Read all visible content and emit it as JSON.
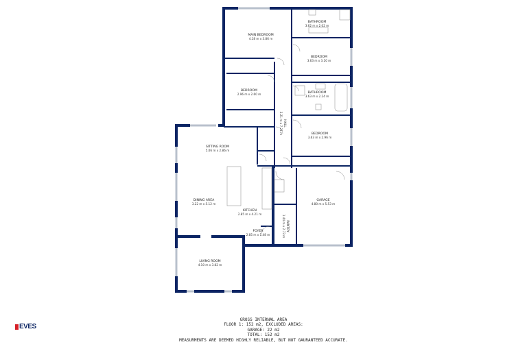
{
  "colors": {
    "wall": "#0b2463",
    "logo_accent": "#d62027",
    "window": "#b8c0cc"
  },
  "rooms": [
    {
      "id": "main-bedroom",
      "name": "MAIN BEDROOM",
      "dims": "4.18 m x 3.86 m"
    },
    {
      "id": "bathroom-1",
      "name": "BATHROOM",
      "dims": "3.62 m x 2.02 m"
    },
    {
      "id": "bedroom-2",
      "name": "BEDROOM",
      "dims": "3.63 m x 3.10 m"
    },
    {
      "id": "bedroom-3",
      "name": "BEDROOM",
      "dims": "2.96 m x 2.60 m"
    },
    {
      "id": "bathroom-2",
      "name": "BATHROOM",
      "dims": "3.63 m x 2.24 m"
    },
    {
      "id": "bedroom-4",
      "name": "BEDROOM",
      "dims": "3.63 m x 2.96 m"
    },
    {
      "id": "hall",
      "name": "HALL",
      "dims": "2.21 m x 7.21 m"
    },
    {
      "id": "sitting-room",
      "name": "SITTING ROOM",
      "dims": "5.06 m x 2.86 m"
    },
    {
      "id": "dining-area",
      "name": "DINING AREA",
      "dims": "3.22 m x 5.12 m"
    },
    {
      "id": "kitchen",
      "name": "KITCHEN",
      "dims": "2.85 m x 4.21 m"
    },
    {
      "id": "garage",
      "name": "GARAGE",
      "dims": "4.80 m x 5.53 m"
    },
    {
      "id": "pantry",
      "name": "PANTRY",
      "dims": "1.44 m x 2.73 m"
    },
    {
      "id": "foyer",
      "name": "FOYER",
      "dims": "2.85 m x 1.48 m"
    },
    {
      "id": "living-room",
      "name": "LIVING ROOM",
      "dims": "4.10 m x 3.82 m"
    }
  ],
  "footer": {
    "line1": "GROSS INTERNAL AREA",
    "line2": "FLOOR 1: 152 m2, EXCLUDED AREAS:",
    "line3": "GARAGE: 22 m2",
    "line4": "TOTAL: 152 m2",
    "disclaimer": "MEASURMENTS ARE DEEMED HIGHLY RELIABLE, BUT NOT GAURANTEED ACCURATE."
  },
  "logo": {
    "text": "EVES"
  }
}
